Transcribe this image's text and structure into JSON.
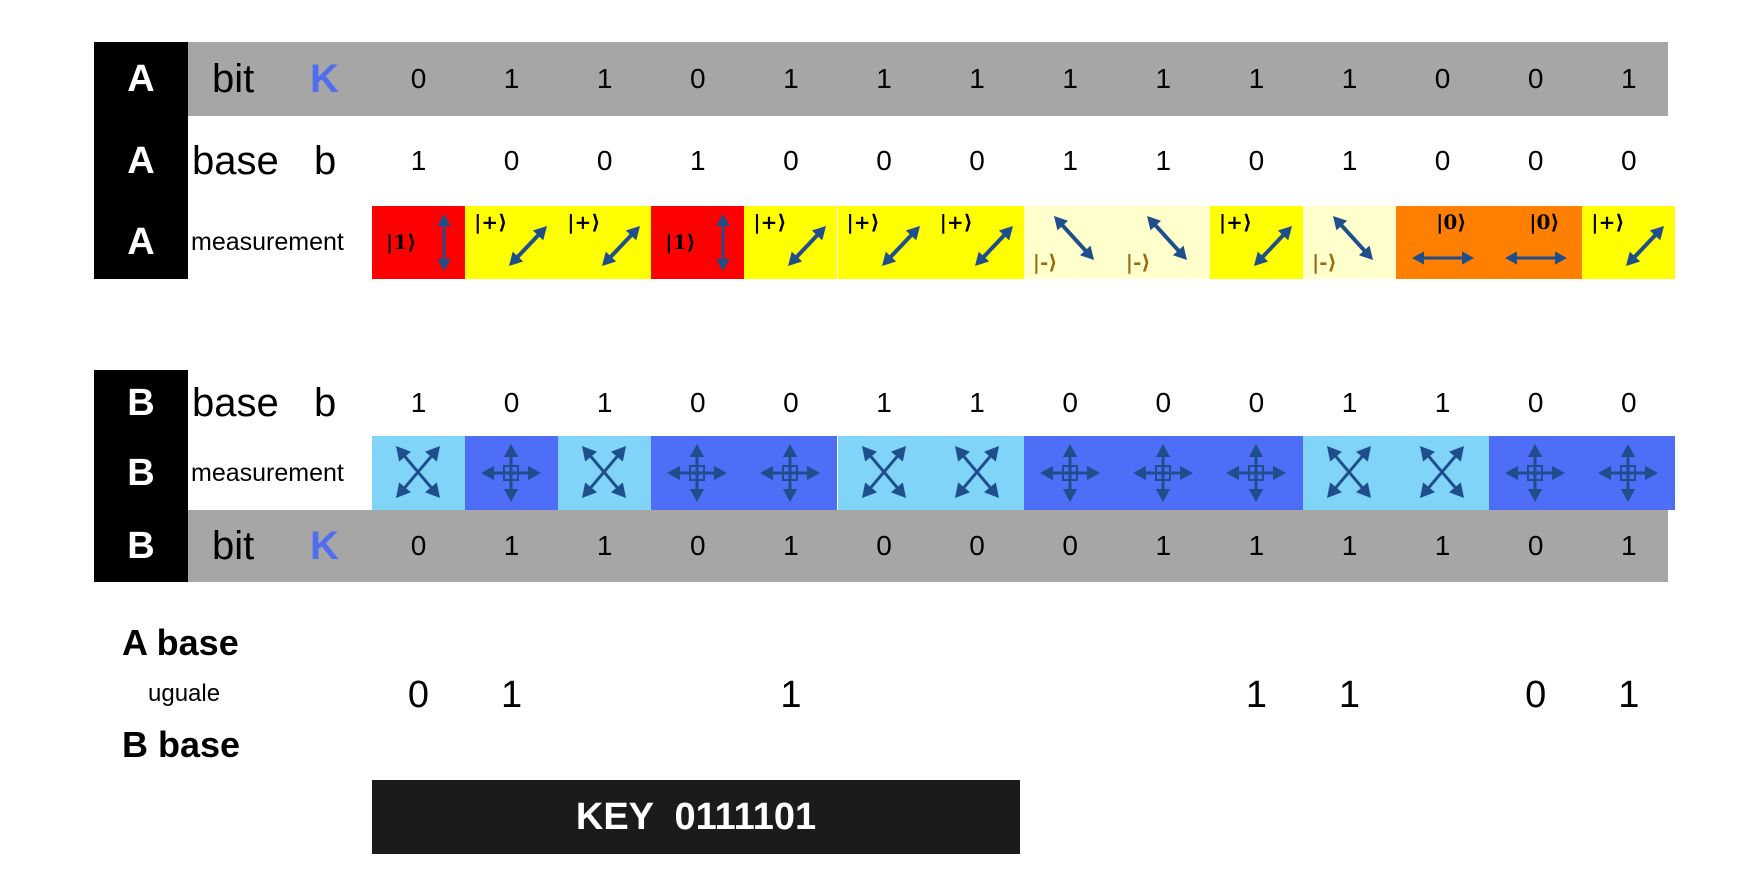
{
  "colors": {
    "band_gray": "#a6a6a6",
    "k_blue": "#4f6ef0",
    "arrow_blue": "#1f4e8c",
    "meas_red": "#ff0000",
    "meas_yellow": "#ffff00",
    "meas_pale": "#ffffcc",
    "meas_orange": "#ff7f00",
    "meas_light_blue": "#7fd4f7",
    "meas_blue": "#4f6ef7"
  },
  "alice": {
    "tag": "A",
    "bit_row": {
      "label": "bit",
      "key_symbol": "K",
      "values": [
        "0",
        "1",
        "1",
        "0",
        "1",
        "1",
        "1",
        "1",
        "1",
        "1",
        "1",
        "0",
        "0",
        "1"
      ]
    },
    "base_row": {
      "label": "base",
      "symbol": "b",
      "values": [
        "1",
        "0",
        "0",
        "1",
        "0",
        "0",
        "0",
        "1",
        "1",
        "0",
        "1",
        "0",
        "0",
        "0"
      ]
    },
    "measurement_row": {
      "label": "measurement",
      "cells": [
        {
          "ket": "|1⟩",
          "arrow": "vertical",
          "color": "#ff0000"
        },
        {
          "ket": "|+⟩",
          "arrow": "diag-up",
          "color": "#ffff00"
        },
        {
          "ket": "|+⟩",
          "arrow": "diag-up",
          "color": "#ffff00"
        },
        {
          "ket": "|1⟩",
          "arrow": "vertical",
          "color": "#ff0000"
        },
        {
          "ket": "|+⟩",
          "arrow": "diag-up",
          "color": "#ffff00"
        },
        {
          "ket": "|+⟩",
          "arrow": "diag-up",
          "color": "#ffff00"
        },
        {
          "ket": "|+⟩",
          "arrow": "diag-up",
          "color": "#ffff00"
        },
        {
          "ket": "|-⟩",
          "arrow": "diag-down",
          "color": "#ffffcc"
        },
        {
          "ket": "|-⟩",
          "arrow": "diag-down",
          "color": "#ffffcc"
        },
        {
          "ket": "|+⟩",
          "arrow": "diag-up",
          "color": "#ffff00"
        },
        {
          "ket": "|-⟩",
          "arrow": "diag-down",
          "color": "#ffffcc"
        },
        {
          "ket": "|0⟩",
          "arrow": "horizontal",
          "color": "#ff7f00"
        },
        {
          "ket": "|0⟩",
          "arrow": "horizontal",
          "color": "#ff7f00"
        },
        {
          "ket": "|+⟩",
          "arrow": "diag-up",
          "color": "#ffff00"
        }
      ]
    }
  },
  "bob": {
    "tag": "B",
    "base_row": {
      "label": "base",
      "symbol": "b",
      "values": [
        "1",
        "0",
        "1",
        "0",
        "0",
        "1",
        "1",
        "0",
        "0",
        "0",
        "1",
        "1",
        "0",
        "0"
      ]
    },
    "measurement_row": {
      "label": "measurement",
      "cells": [
        {
          "icon": "diagonal-cross",
          "color": "#7fd4f7"
        },
        {
          "icon": "plus-cross",
          "color": "#4f6ef7"
        },
        {
          "icon": "diagonal-cross",
          "color": "#7fd4f7"
        },
        {
          "icon": "plus-cross",
          "color": "#4f6ef7"
        },
        {
          "icon": "plus-cross",
          "color": "#4f6ef7"
        },
        {
          "icon": "diagonal-cross",
          "color": "#7fd4f7"
        },
        {
          "icon": "diagonal-cross",
          "color": "#7fd4f7"
        },
        {
          "icon": "plus-cross",
          "color": "#4f6ef7"
        },
        {
          "icon": "plus-cross",
          "color": "#4f6ef7"
        },
        {
          "icon": "plus-cross",
          "color": "#4f6ef7"
        },
        {
          "icon": "diagonal-cross",
          "color": "#7fd4f7"
        },
        {
          "icon": "diagonal-cross",
          "color": "#7fd4f7"
        },
        {
          "icon": "plus-cross",
          "color": "#4f6ef7"
        },
        {
          "icon": "plus-cross",
          "color": "#4f6ef7"
        }
      ]
    },
    "bit_row": {
      "label": "bit",
      "key_symbol": "K",
      "values": [
        "0",
        "1",
        "1",
        "0",
        "1",
        "0",
        "0",
        "0",
        "1",
        "1",
        "1",
        "1",
        "0",
        "1"
      ]
    }
  },
  "comparison": {
    "line1": "A base",
    "middle": "uguale",
    "line2": "B base",
    "matches": [
      "0",
      "1",
      "",
      "",
      "1",
      "",
      "",
      "",
      "",
      "1",
      "1",
      "",
      "0",
      "1"
    ]
  },
  "key": {
    "text": "KEY  0111101"
  }
}
